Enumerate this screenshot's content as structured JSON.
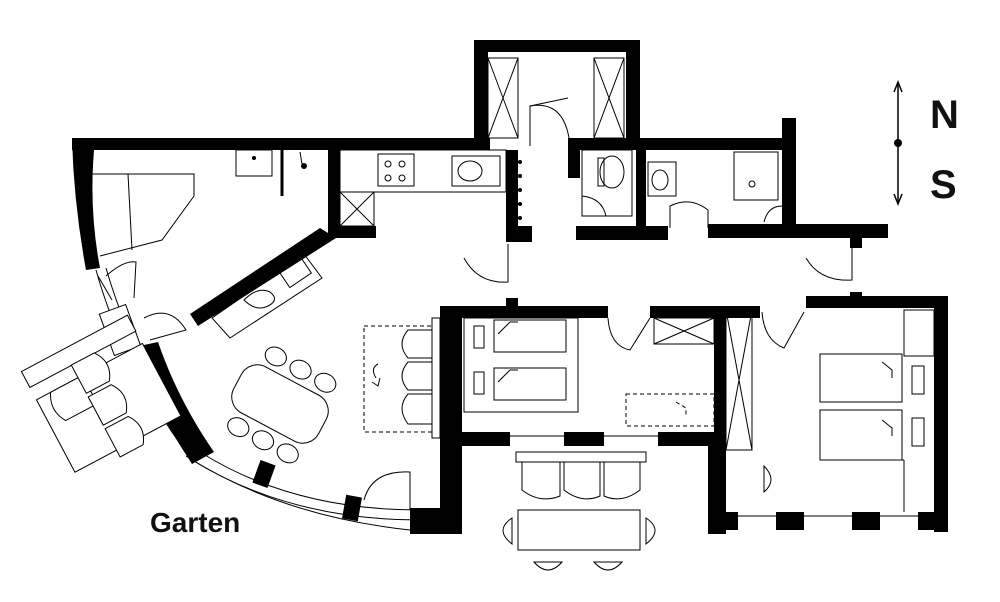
{
  "labels": {
    "north": "N",
    "south": "S",
    "garden": "Garten"
  },
  "colors": {
    "wall": "#000000",
    "background": "#ffffff",
    "line": "#000000"
  }
}
